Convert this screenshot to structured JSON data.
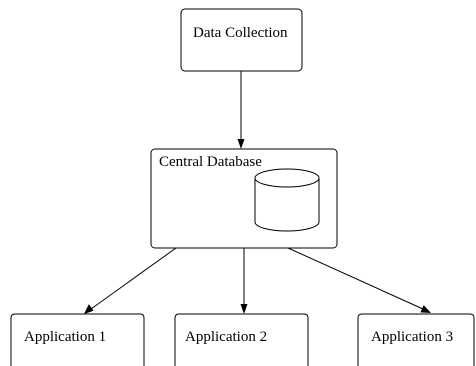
{
  "diagram": {
    "nodes": {
      "data_collection": {
        "label": "Data Collection"
      },
      "central_database": {
        "label": "Central Database",
        "icon": "database-cylinder-icon"
      },
      "application_1": {
        "label": "Application 1"
      },
      "application_2": {
        "label": "Application 2"
      },
      "application_3": {
        "label": "Application 3"
      }
    },
    "edges": [
      {
        "from": "Data Collection",
        "to": "Central Database"
      },
      {
        "from": "Central Database",
        "to": "Application 1"
      },
      {
        "from": "Central Database",
        "to": "Application 2"
      },
      {
        "from": "Central Database",
        "to": "Application 3"
      }
    ],
    "colors": {
      "stroke": "#000000",
      "fill": "#ffffff",
      "text": "#000000"
    }
  }
}
